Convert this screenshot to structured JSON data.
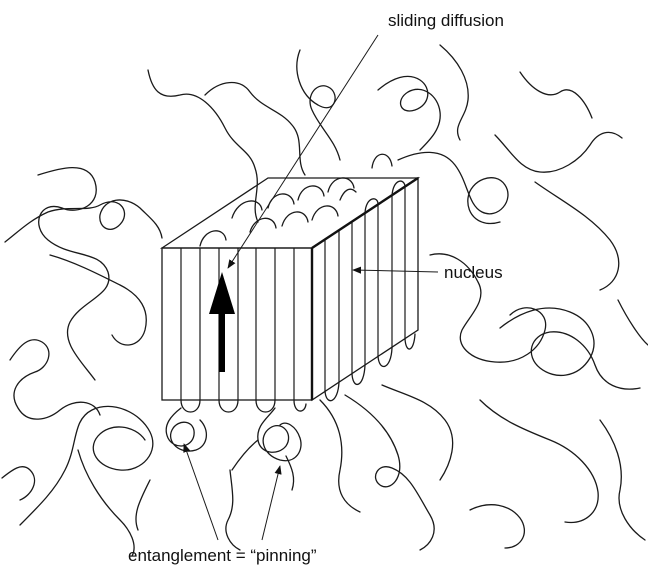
{
  "labels": {
    "sliding_diffusion": "sliding diffusion",
    "nucleus": "nucleus",
    "entanglement": "entanglement = “pinning”"
  }
}
